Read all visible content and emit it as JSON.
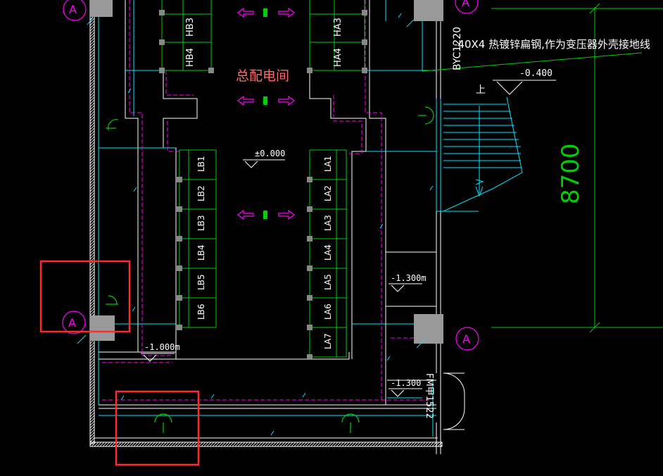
{
  "title": {
    "room_name": "总配电间"
  },
  "annotations": {
    "grounding_note": "-40X4 热镀锌扁钢,作为变压器外壳接地线",
    "elev_top_right": "-0.400",
    "elev_center": "±0.000",
    "elev_right_mid": "-1.300m",
    "elev_right_low": "-1.300",
    "elev_left_low": "-1.000m",
    "stair_up": "上",
    "dimension_8700": "8700",
    "window_code": "BYC1220",
    "door_code": "FM甲1522",
    "door_code_short": "FM"
  },
  "axis_bubbles": [
    {
      "label": "A"
    },
    {
      "label": "A"
    },
    {
      "label": "A"
    },
    {
      "label": "A"
    }
  ],
  "panels_left_lower": [
    "LB1",
    "LB2",
    "LB3",
    "LB4",
    "LB5",
    "LB6"
  ],
  "panels_right_lower": [
    "LA1",
    "LA2",
    "LA3",
    "LA4",
    "LA5",
    "LA6",
    "LA7"
  ],
  "panels_left_upper": [
    "HB3",
    "HB4"
  ],
  "panels_right_upper": [
    "HA3",
    "HA4"
  ],
  "colors": {
    "background": "#000000",
    "wall": "#ffffff",
    "cyan": "#00e5ff",
    "green": "#00d000",
    "magenta": "#ff00ff",
    "title_red": "#ff6a6a",
    "highlight": "#ff2a2a",
    "column_fill": "#999999",
    "teal": "#00c0a0"
  },
  "highlights": [
    {
      "name": "left-column-highlight"
    },
    {
      "name": "bottom-lamp-highlight"
    }
  ]
}
